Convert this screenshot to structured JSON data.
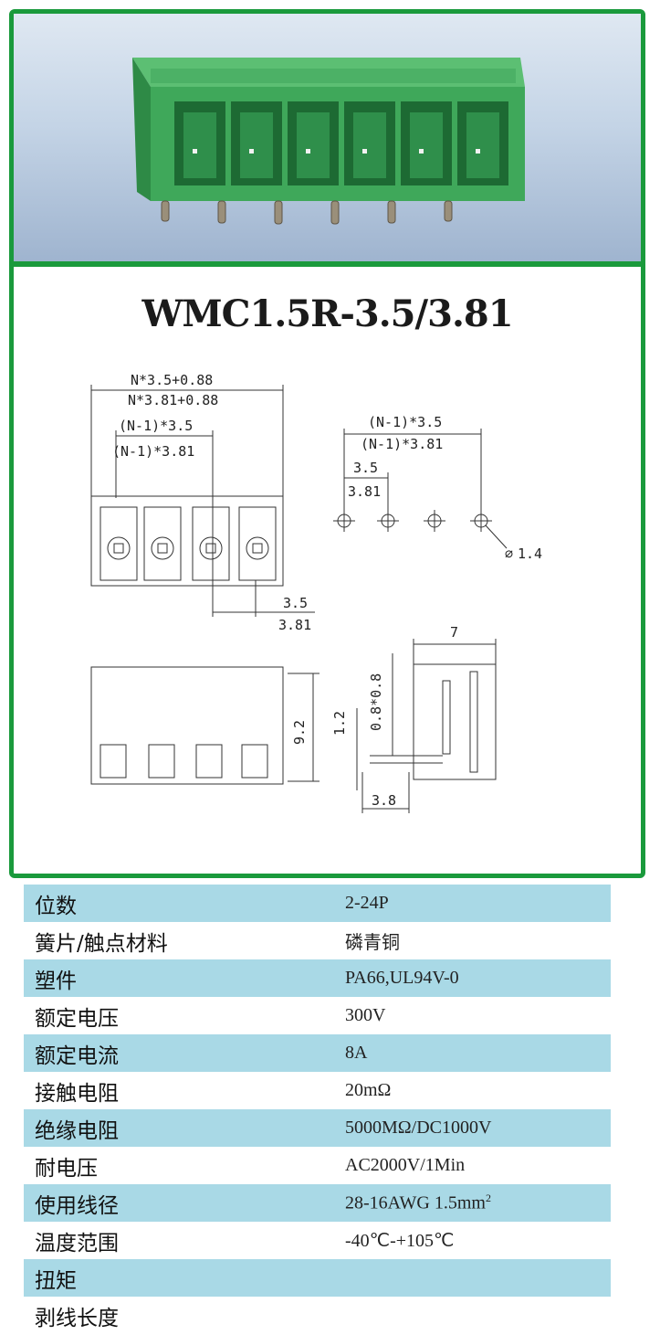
{
  "title": "WMC1.5R-3.5/3.81",
  "dimensions": {
    "top_width_a": "N*3.5+0.88",
    "top_width_b": "N*3.81+0.88",
    "span_a": "(N-1)*3.5",
    "span_b": "(N-1)*3.81",
    "pitch_a": "3.5",
    "pitch_b": "3.81",
    "hole": "1.4",
    "depth": "7",
    "height": "9.2",
    "pin_offset": "1.2",
    "pin_size": "0.8*0.8",
    "pin_length": "3.8"
  },
  "specs": [
    {
      "label": "位数",
      "value": "2-24P"
    },
    {
      "label": "簧片/触点材料",
      "value": "磷青铜"
    },
    {
      "label": "塑件",
      "value": "PA66,UL94V-0"
    },
    {
      "label": "额定电压",
      "value": "300V"
    },
    {
      "label": "额定电流",
      "value": "8A"
    },
    {
      "label": "接触电阻",
      "value": "20mΩ"
    },
    {
      "label": "绝缘电阻",
      "value": "5000MΩ/DC1000V"
    },
    {
      "label": "耐电压",
      "value": "AC2000V/1Min"
    },
    {
      "label": "使用线径",
      "value": "28-16AWG  1.5mm",
      "sup": "2"
    },
    {
      "label": "温度范围",
      "value": "-40℃-+105℃"
    },
    {
      "label": "扭矩",
      "value": ""
    },
    {
      "label": "剥线长度",
      "value": ""
    }
  ],
  "colors": {
    "frame": "#1a9a3c",
    "row_shade": "#a9d9e6",
    "housing": "#3fa85a"
  }
}
